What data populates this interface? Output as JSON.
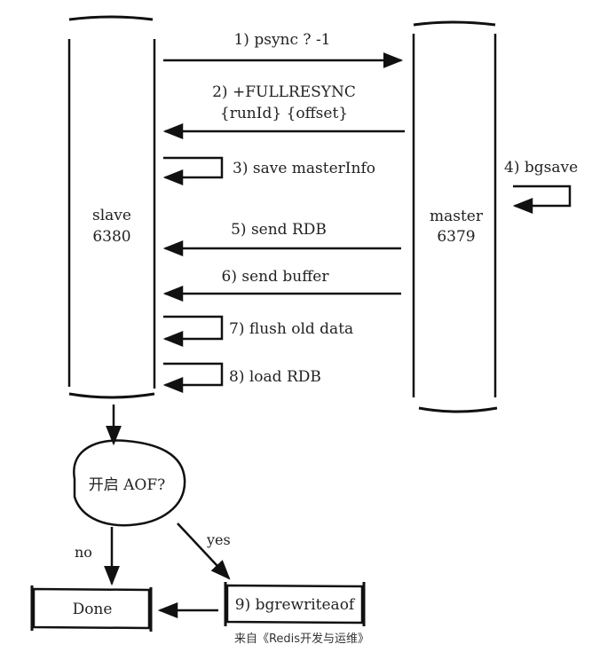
{
  "nodes": {
    "slave": {
      "name": "slave",
      "port": "6380"
    },
    "master": {
      "name": "master",
      "port": "6379"
    },
    "decision": {
      "label": "开启 AOF?"
    },
    "done": {
      "label": "Done"
    },
    "bgrewrite": {
      "label": "9) bgrewriteaof"
    }
  },
  "steps": [
    {
      "label": "1) psync ? -1"
    },
    {
      "label": "2) +FULLRESYNC"
    },
    {
      "label": "{runId} {offset}"
    },
    {
      "label": "3) save masterInfo"
    },
    {
      "label": "4) bgsave"
    },
    {
      "label": "5) send RDB"
    },
    {
      "label": "6) send buffer"
    },
    {
      "label": "7) flush old data"
    },
    {
      "label": "8) load RDB"
    }
  ],
  "branches": {
    "no": "no",
    "yes": "yes"
  },
  "caption": {
    "source": "来自《Redis开发与运维》"
  }
}
